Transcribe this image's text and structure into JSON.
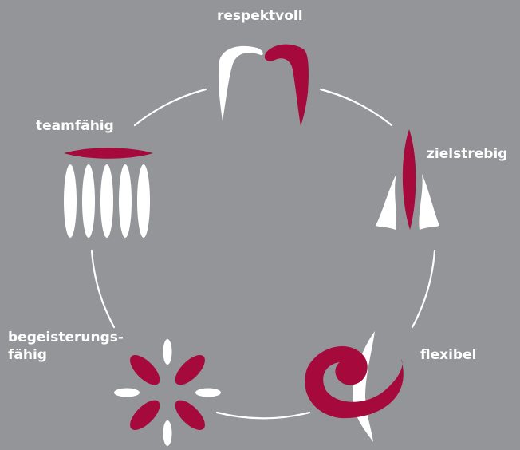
{
  "values": [
    {
      "id": "respektvoll",
      "label": "respektvoll",
      "icon": "arches-icon"
    },
    {
      "id": "zielstrebig",
      "label": "zielstrebig",
      "icon": "flame-icon"
    },
    {
      "id": "flexibel",
      "label": "flexibel",
      "icon": "swirl-icon"
    },
    {
      "id": "begeisterungsfaehig",
      "label_line1": "begeisterungs-",
      "label_line2": "fähig",
      "icon": "flower-icon"
    },
    {
      "id": "teamfaehig",
      "label": "teamfähig",
      "icon": "team-icon"
    }
  ],
  "colors": {
    "background": "#939598",
    "accent": "#a6093c",
    "light": "#ffffff"
  }
}
